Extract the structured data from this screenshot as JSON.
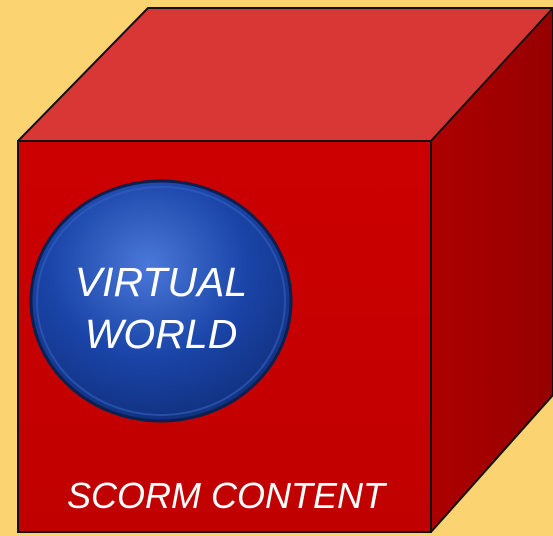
{
  "colors": {
    "background": "#fbd371",
    "cube_top": "#d93636",
    "cube_front": "#c80000",
    "cube_side": "#a30000",
    "cube_outline": "#111111",
    "circle_fill": "#1a44a8",
    "circle_highlight": "#4a78d8",
    "circle_outline": "#0d1f4f",
    "text": "#ffffff"
  },
  "diagram": {
    "inner_label_line1": "VIRTUAL",
    "inner_label_line2": "WORLD",
    "outer_label": "SCORM CONTENT"
  }
}
